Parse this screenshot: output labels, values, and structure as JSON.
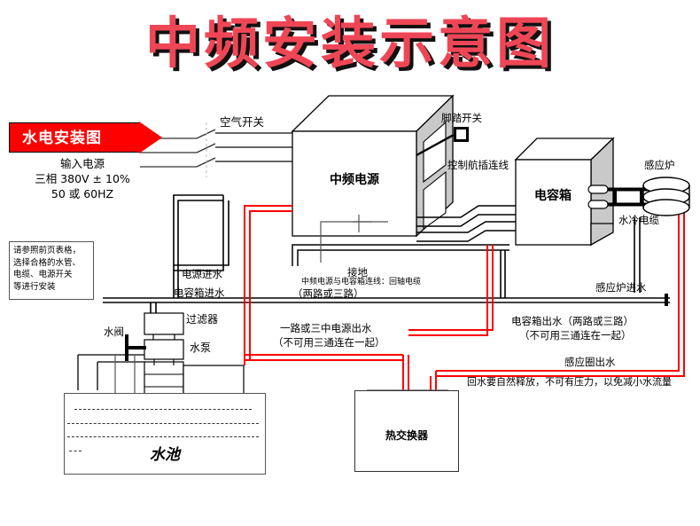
{
  "title": "中频安装示意图",
  "banner": {
    "label": "水电安装图"
  },
  "power_input": {
    "line1": "输入电源",
    "line2": "三相 380V ± 10%",
    "line3": "50 或 60HZ"
  },
  "notes": {
    "line1": "请参照前页表格，",
    "line2": "选择合格的水管、",
    "line3": "电缆、电源开关",
    "line4": "等进行安装"
  },
  "equipment": {
    "air_switch": "空气开关",
    "mf_power": "中频电源",
    "capacitor_box": "电容箱",
    "foot_switch": "脚踏开关",
    "induction_furnace": "感应炉",
    "water_cooled_cable": "水冷电缆",
    "water_valve": "水阀",
    "filter": "过滤器",
    "water_pump": "水泵",
    "pool": "水池",
    "heat_exchanger": "热交换器",
    "ground": "接地"
  },
  "pipe_labels": {
    "power_in_water": "电源进水",
    "cap_in_water": "电容箱进水",
    "furnace_in_water": "感应炉进水",
    "coax_note_line1": "中频电源与电容箱连线：回轴电缆",
    "coax_note_line2": "（两路或三路）",
    "power_out_line1": "一路或三中电源出水",
    "power_out_line2": "（不可用三通连在一起）",
    "cap_out_line1": "电容箱出水（两路或三路）",
    "cap_out_line2": "（不可用三通连在一起）",
    "coil_out_water": "感应圈出水",
    "control_cable": "控制航插连线",
    "return_note": "回水要自然释放，不可有压力，以免减小水流量"
  },
  "colors": {
    "title_red": "#ef4656",
    "pipe_red": "#ff0000",
    "pipe_black": "#000000",
    "panel_gray": "#c9c9c9"
  }
}
